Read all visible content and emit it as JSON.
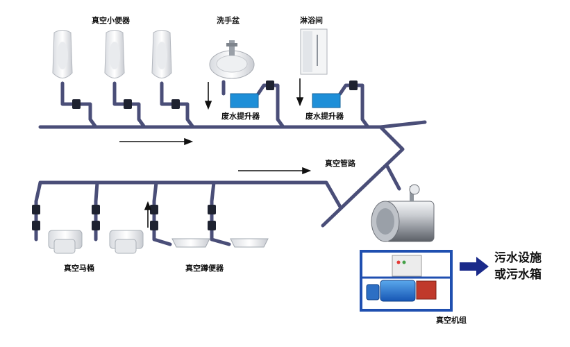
{
  "labels": {
    "urinals": "真空小便器",
    "wash_basin": "洗手盆",
    "shower_room": "淋浴间",
    "lift_basin": "废水提升器",
    "lift_shower": "废水提升器",
    "vacuum_pipe": "真空管路",
    "vacuum_toilets": "真空马桶",
    "squat_toilets": "真空蹲便器",
    "vacuum_unit": "真空机组",
    "outlet_line1": "污水设施",
    "outlet_line2": "或污水箱"
  },
  "colors": {
    "pipe": "#4a4e78",
    "valve": "#1e2230",
    "lift_box": "#1e8fd8",
    "frame": "#1f4fb0",
    "outlet_arrow": "#1a2a8a"
  }
}
